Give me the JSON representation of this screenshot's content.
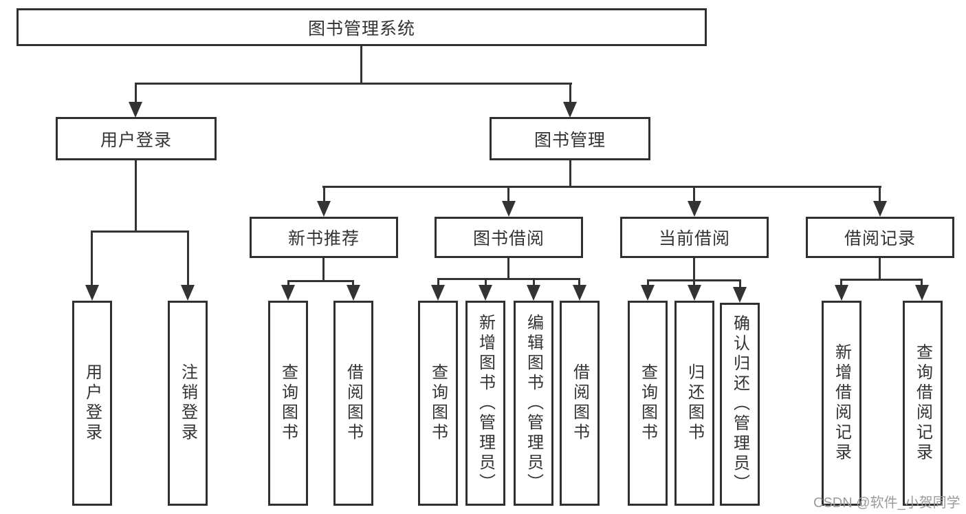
{
  "diagram": {
    "type": "function-structure-tree",
    "colors": {
      "line": "#333333",
      "box_border": "#2f2f2f",
      "text": "#333333",
      "background": "#ffffff"
    },
    "watermark": {
      "text": "CSDN @软件_小贺同学",
      "color": "#9b9b9b"
    },
    "tree": {
      "root": {
        "id": "library-management-system",
        "label": "图书管理系统"
      },
      "branches": [
        {
          "id": "user-login",
          "label": "用户登录",
          "leaves": [
            {
              "id": "user-login-action",
              "label": "用户登录"
            },
            {
              "id": "logout-action",
              "label": "注销登录"
            }
          ]
        },
        {
          "id": "book-management",
          "label": "图书管理",
          "groups": [
            {
              "id": "new-book-recommendation",
              "label": "新书推荐",
              "leaves": [
                {
                  "id": "query-books",
                  "label": "查询图书"
                },
                {
                  "id": "borrow-books",
                  "label": "借阅图书"
                }
              ]
            },
            {
              "id": "book-borrowing",
              "label": "图书借阅",
              "leaves": [
                {
                  "id": "query-books",
                  "label": "查询图书"
                },
                {
                  "id": "add-books-admin",
                  "label": "新增图书（管理员）"
                },
                {
                  "id": "edit-books-admin",
                  "label": "编辑图书（管理员）"
                },
                {
                  "id": "borrow-books",
                  "label": "借阅图书"
                }
              ]
            },
            {
              "id": "current-borrowing",
              "label": "当前借阅",
              "leaves": [
                {
                  "id": "query-books",
                  "label": "查询图书"
                },
                {
                  "id": "return-books",
                  "label": "归还图书"
                },
                {
                  "id": "confirm-return-admin",
                  "label": "确认归还（管理员）"
                }
              ]
            },
            {
              "id": "borrowing-records",
              "label": "借阅记录",
              "leaves": [
                {
                  "id": "add-borrowing-record",
                  "label": "新增借阅记录"
                },
                {
                  "id": "query-borrowing-record",
                  "label": "查询借阅记录"
                }
              ]
            }
          ]
        }
      ]
    }
  }
}
